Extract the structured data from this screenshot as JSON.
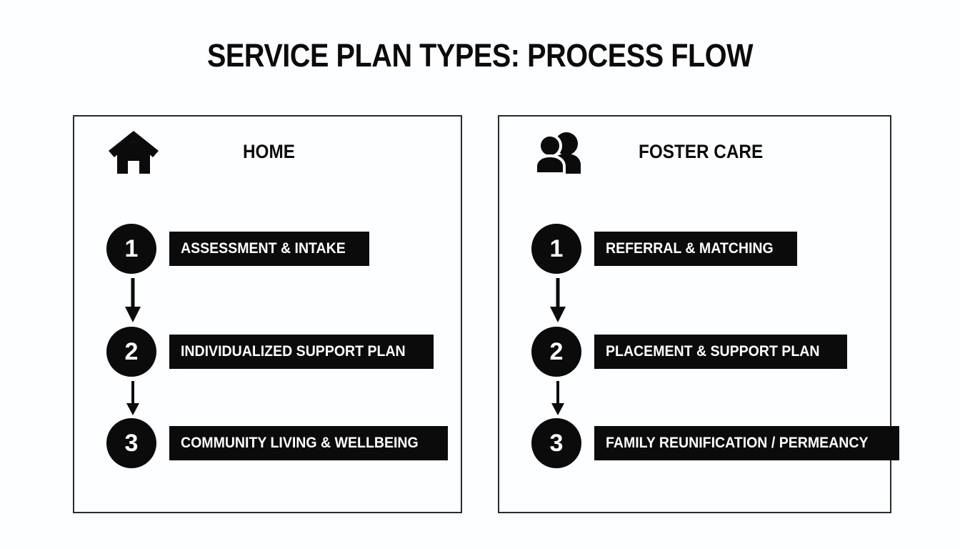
{
  "title": "SERVICE PLAN TYPES: PROCESS FLOW",
  "colors": {
    "background": "#fdfeff",
    "ink": "#0b0b0b",
    "panel_border": "#2b2b2b",
    "label_text": "#ffffff"
  },
  "panels": [
    {
      "id": "home",
      "icon": "home-icon",
      "title": "HOME",
      "steps": [
        {
          "number": "1",
          "label": "ASSESSMENT & INTAKE"
        },
        {
          "number": "2",
          "label": "INDIVIDUALIZED SUPPORT PLAN"
        },
        {
          "number": "3",
          "label": "COMMUNITY LIVING & WELLBEING"
        }
      ],
      "connectors": [
        "down-arrow",
        "down-arrow"
      ]
    },
    {
      "id": "foster",
      "icon": "people-icon",
      "title": "FOSTER CARE",
      "steps": [
        {
          "number": "1",
          "label": "REFERRAL & MATCHING"
        },
        {
          "number": "2",
          "label": "PLACEMENT & SUPPORT PLAN"
        },
        {
          "number": "3",
          "label": "FAMILY REUNIFICATION / PERMEANCY"
        }
      ],
      "connectors": [
        "down-arrow",
        "down-arrow"
      ]
    }
  ]
}
